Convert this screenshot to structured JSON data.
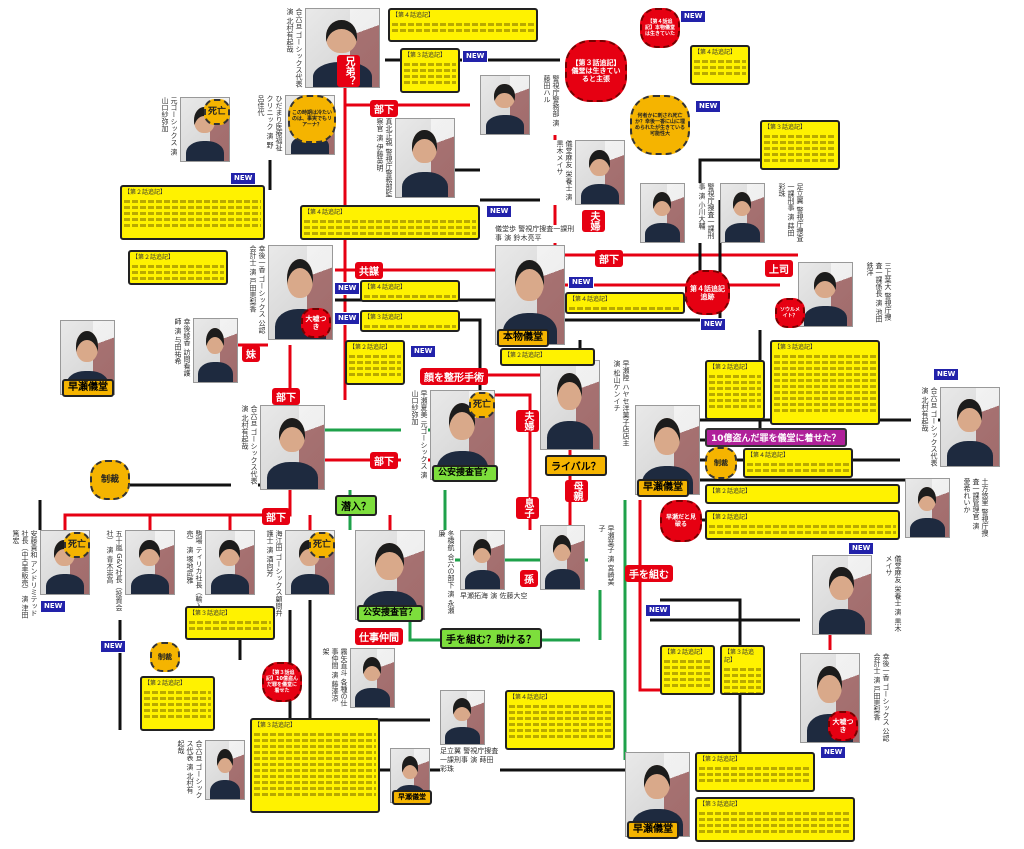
{
  "characters": [
    {
      "id": "goroku-top",
      "caption": "合六亘 ゴーシックス代表 演 北村有起哉"
    },
    {
      "id": "makita",
      "caption": "真北正親 警視庁警務部監察官 演 伊藤英明"
    },
    {
      "id": "aoki",
      "caption": "警視庁警務部 演 藤田ハル"
    },
    {
      "id": "mayu-top",
      "caption": "儀堂麻友 栄養士 演 黒木メイサ"
    },
    {
      "id": "natsumi-top",
      "caption": "元ゴーシックス 演 山口紗弥加",
      "badge": "死亡"
    },
    {
      "id": "woman-top",
      "caption": "ひだまり医療福祉クリニック 演 野呂佳代"
    },
    {
      "id": "ikka",
      "caption": "幸後一香 ゴーシックス 公認会計士 演 戸田恵梨香",
      "badge": "大嘘つき"
    },
    {
      "id": "gido-real",
      "caption": "儀堂歩 警視庁捜査一課刑事 演 鈴木亮平",
      "tag": "本物儀堂"
    },
    {
      "id": "mikami",
      "caption": "三上葉大 警視庁捜査一課係長 演 池田鉄洋"
    },
    {
      "id": "detective-a",
      "caption": "警視庁捜査一課刑事 演 小川大輔"
    },
    {
      "id": "detective-b",
      "caption": "足立翼 警視庁捜査一課刑事 演 蒔田彩珠"
    },
    {
      "id": "hayase-left",
      "caption": "",
      "tag": "早瀬儀堂"
    },
    {
      "id": "ayaka",
      "caption": "幸後綾香 訪問看護師 演 与田祐希"
    },
    {
      "id": "goroku-mid",
      "caption": "合六亘 ゴーシックス代表 演 北村有起哉"
    },
    {
      "id": "natsumi",
      "caption": "早瀬夏美 元ゴーシックス 演 山口紗弥加",
      "badge": "死亡",
      "tag": "公安捜査官？"
    },
    {
      "id": "hayase-shop",
      "caption": "早瀬陸 ハヤセ洋菓子店店主 演 松山ケンイチ"
    },
    {
      "id": "hayase-gido",
      "caption": "",
      "tag": "早瀬儀堂"
    },
    {
      "id": "goroku-right",
      "caption": "合六亘 ゴーシックス代表 演 北村有起哉"
    },
    {
      "id": "hijikata",
      "caption": "土方悠里 警視庁捜査一課管理官 演 愛希れいか"
    },
    {
      "id": "ando",
      "caption": "安藤貴和 アンドリミテッド社長（中古車販売） 演 津田篤宏",
      "badge": "死亡"
    },
    {
      "id": "igarashi",
      "caption": "五十嵐 G&V社長（投資会社） 演 青木崇高"
    },
    {
      "id": "komaba",
      "caption": "駒場 ティリカ社長（輸入販売） 演 塚地武雅"
    },
    {
      "id": "kaieda",
      "caption": "海江田 ゴーシックス顧問弁護士 演 酒向芳",
      "badge": "死亡"
    },
    {
      "id": "fuyuhashi",
      "caption": "冬橋航 合六の部下 演 永瀬廉",
      "tag": "公安捜査官？"
    },
    {
      "id": "takumi",
      "caption": "早瀬拓海 演 佐藤大空"
    },
    {
      "id": "yoko",
      "caption": "早瀬葉子 演 宮崎美子"
    },
    {
      "id": "mayu-right",
      "caption": "儀堂麻友 栄養士 演 黒木メイサ"
    },
    {
      "id": "ikka-bottom",
      "caption": "幸後一香 ゴーシックス 公認会計士 演 戸田恵梨香",
      "badge": "大嘘つき"
    },
    {
      "id": "kiriya",
      "caption": "霧矢直斗 各種の仕事仲間 演 藤澤涼架"
    },
    {
      "id": "adachi",
      "caption": "足立翼 警視庁捜査一課刑事 演 蒔田彩珠"
    },
    {
      "id": "goroku-bottom",
      "caption": "合六亘 ゴーシックス代表 演 北村有起哉"
    },
    {
      "id": "hayase-small",
      "caption": "",
      "tag": "早瀬儀堂"
    },
    {
      "id": "hayase-bottom",
      "caption": "",
      "tag": "早瀬儀堂"
    }
  ],
  "relations": {
    "kyobo": "共謀",
    "buka": "部下",
    "kyodai": "兄弟？",
    "fufu": "夫婦",
    "imoto": "妹",
    "joshi": "上司",
    "tsuiseki": "第４話追記 追跡",
    "seikei": "顔を整形手術",
    "sennyu": "潜入？",
    "haha": "母親",
    "musuko": "息子",
    "mago": "孫",
    "te_wo_kumu": "手を組む",
    "te_wo_kumu_q": "手を組む？助ける？",
    "shigoto": "仕事仲間",
    "tsumi": "10億盗んだ罪を儀堂に着せた？",
    "miyaburu": "早瀬だと見破る",
    "seisai": "制裁",
    "ikiteiru": "【第３話追記】儀堂は生きていると主張",
    "honmono_ikiteita": "【第４話追記】本物儀堂は生きていた",
    "kanousei": "何者かに刺され死亡か？幸後一香に山に埋められたが生きている可能性大",
    "rigid": "この時期は冷たいのは、事実でもリアーナ？",
    "rival": "ライバル？",
    "dead_x": "【第３話追記】",
    "yuuwaku": "【第３話追記】10億盗んだ罪を儀堂に着せた",
    "friend": "ソウルメイト？"
  },
  "notes": [
    "【第４話追記】",
    "【第３話追記】",
    "【第４話追記】",
    "【第４話追記】",
    "【第２話追記】",
    "【第４話追記】",
    "【第３話追記】",
    "【第４話追記】",
    "【第２話追記】",
    "【第２話追記】",
    "【第２話追記】",
    "【第３話追記】",
    "【第２話追記】",
    "【第３話追記】",
    "【第４話追記】",
    "【第２話追記】",
    "【第２話追記】",
    "【第３話追記】",
    "【第２話追記】",
    "【第３話追記】",
    "【第４話追記】",
    "【第２話追記】",
    "【第３話追記】",
    "【第２話追記】",
    "【第３話追記】"
  ],
  "new_badge": "NEW",
  "colors": {
    "highlight": "#fff200",
    "relation_red": "#e60012",
    "relation_green": "#1ea14a",
    "badge_gold": "#f5b400",
    "new_blue": "#2222aa"
  }
}
